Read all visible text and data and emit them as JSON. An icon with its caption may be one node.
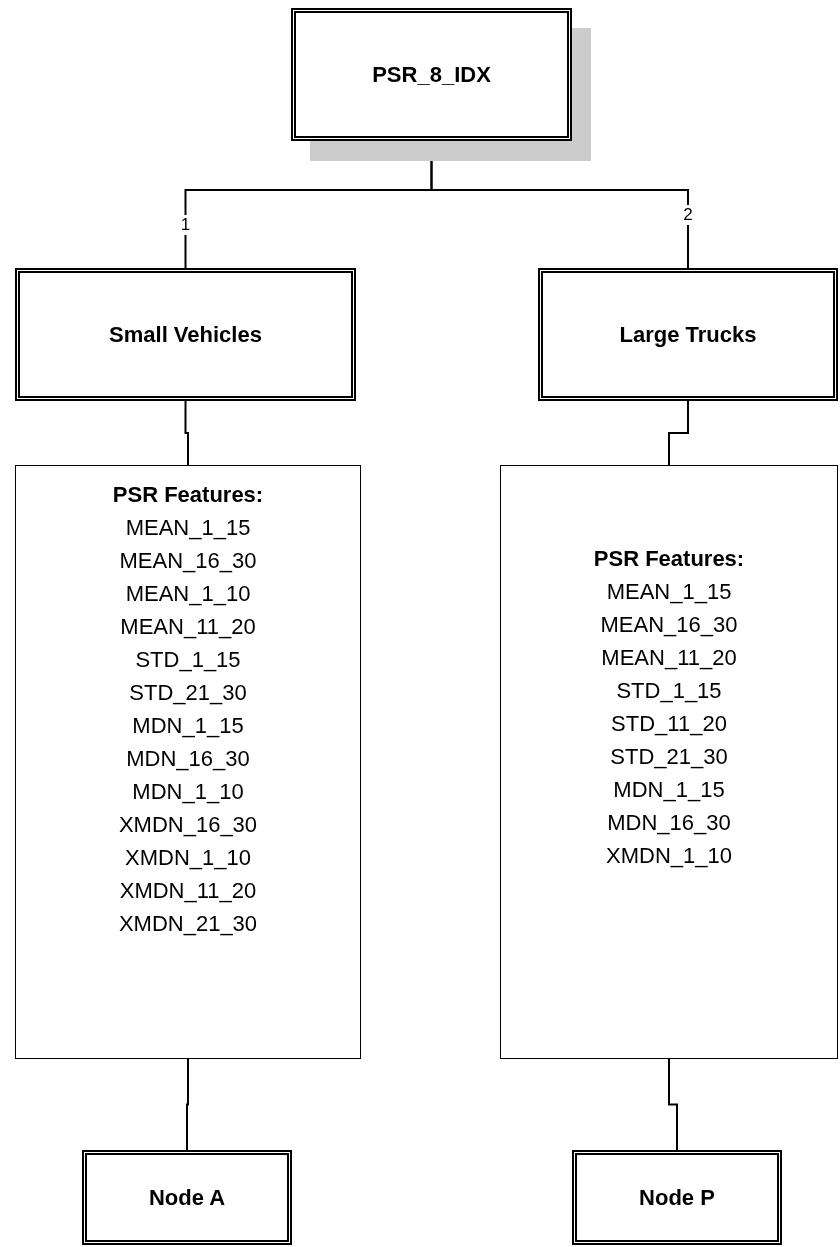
{
  "diagram": {
    "nodes": [
      {
        "text": [
          "PSR_8_IDX"
        ]
      },
      {
        "text": [
          "Small Vehicles"
        ]
      },
      {
        "text": [
          "Large Trucks"
        ]
      },
      {
        "text": [
          "PSR Features:",
          "MEAN_1_15",
          "MEAN_16_30",
          "MEAN_1_10",
          "MEAN_11_20",
          "STD_1_15",
          "STD_21_30",
          "MDN_1_15",
          "MDN_16_30",
          "MDN_1_10",
          "XMDN_16_30",
          "XMDN_1_10",
          "XMDN_11_20",
          "XMDN_21_30"
        ]
      },
      {
        "text": [
          "PSR Features:",
          "MEAN_1_15",
          "MEAN_16_30",
          "MEAN_11_20",
          "STD_1_15",
          "STD_11_20",
          "STD_21_30",
          "MDN_1_15",
          "MDN_16_30",
          "XMDN_1_10"
        ]
      },
      {
        "text": [
          "Node A"
        ]
      },
      {
        "text": [
          "Node P"
        ]
      }
    ],
    "edges": [
      {
        "from": 0,
        "to": 1,
        "arrow": "none",
        "label": "1"
      },
      {
        "from": 0,
        "to": 2,
        "arrow": "none",
        "label": "2"
      },
      {
        "from": 1,
        "to": 3,
        "arrow": "none"
      },
      {
        "from": 2,
        "to": 4,
        "arrow": "none"
      },
      {
        "from": 3,
        "to": 5,
        "arrow": "none"
      },
      {
        "from": 4,
        "to": 6,
        "arrow": "none"
      }
    ]
  }
}
